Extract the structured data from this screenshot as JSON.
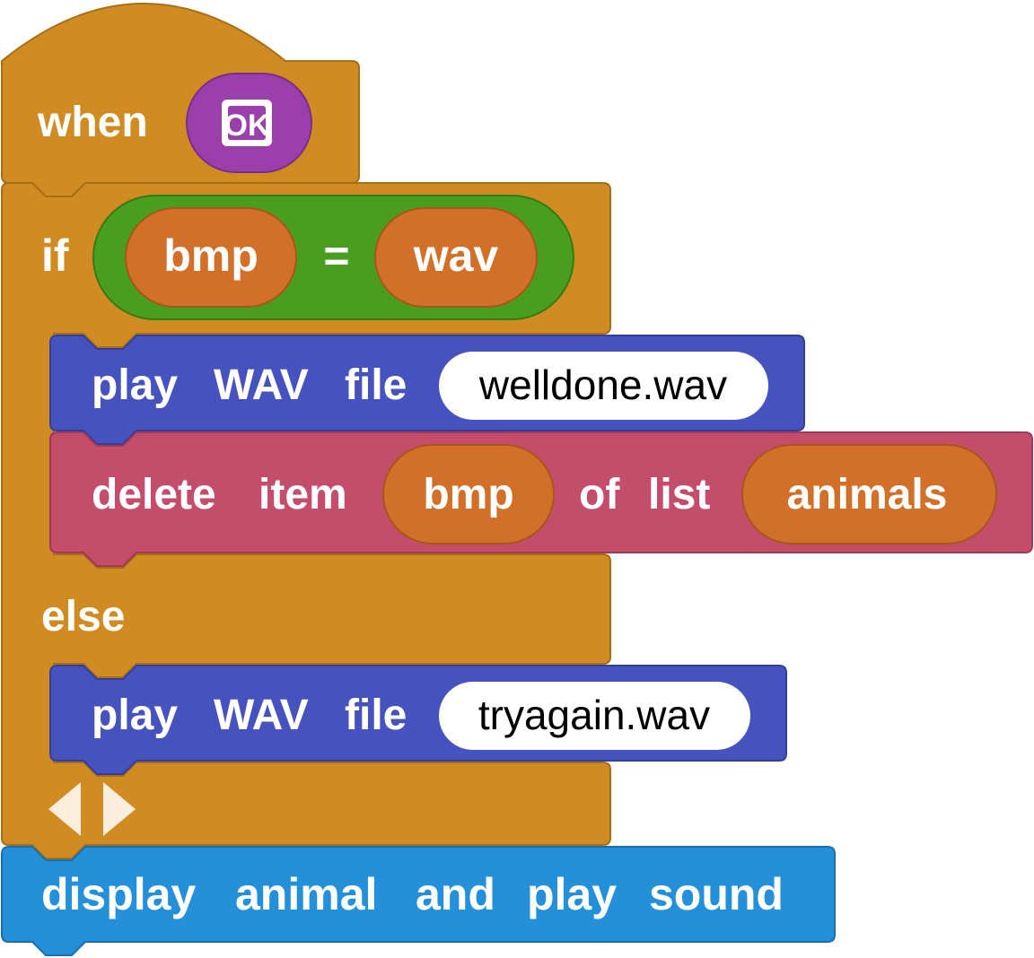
{
  "colors": {
    "control": "#D08C22",
    "control_edge": "#A86E16",
    "button_reporter": "#9A3FAC",
    "operator": "#4A9E1F",
    "variable": "#D2702A",
    "sound": "#4652BE",
    "list": "#C44D6B",
    "custom": "#2490DA",
    "text": "#FFFFFF",
    "literal_bg": "#FFFFFF"
  },
  "hat": {
    "label": "when",
    "button": {
      "icon": "ok-button-icon",
      "label": "OK"
    }
  },
  "if_block": {
    "label": "if",
    "condition": {
      "left": "bmp",
      "operator": "=",
      "right": "wav"
    }
  },
  "play_wav_1": {
    "w1": "play",
    "w2": "WAV",
    "w3": "file",
    "value": "welldone.wav"
  },
  "delete_item": {
    "w1": "delete",
    "w2": "item",
    "index": "bmp",
    "w3": "of",
    "w4": "list",
    "list": "animals"
  },
  "else_label": "else",
  "play_wav_2": {
    "w1": "play",
    "w2": "WAV",
    "w3": "file",
    "value": "tryagain.wav"
  },
  "arrows": {
    "icon_left": "arrow-left-icon",
    "icon_right": "arrow-right-icon"
  },
  "custom_block": {
    "w1": "display",
    "w2": "animal",
    "w3": "and",
    "w4": "play",
    "w5": "sound"
  }
}
